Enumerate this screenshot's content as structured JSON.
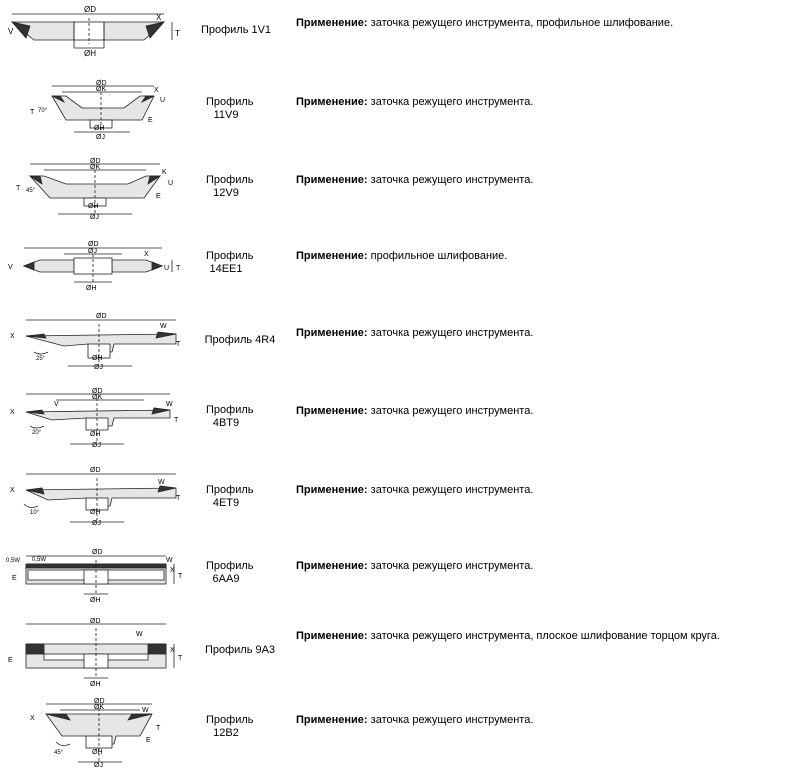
{
  "app_label": "Применение:",
  "profiles": [
    {
      "name": "Профиль 1V1",
      "application": "заточка режущего инструмента, профильное шлифование.",
      "dims": {
        "d": "ØD",
        "h": "ØH",
        "x": "X",
        "v": "V",
        "t": "T"
      }
    },
    {
      "name": "Профиль 11V9",
      "application": "заточка режущего инструмента.",
      "dims": {
        "d": "ØD",
        "k": "ØK",
        "h": "ØH",
        "j": "ØJ",
        "x": "X",
        "t": "T",
        "e": "E",
        "u": "U",
        "ang": "70°"
      }
    },
    {
      "name": "Профиль 12V9",
      "application": "заточка режущего инструмента.",
      "dims": {
        "d": "ØD",
        "k": "ØK",
        "h": "ØH",
        "j": "ØJ",
        "x": "K",
        "t": "T",
        "e": "E",
        "u": "U",
        "ang": "45°"
      }
    },
    {
      "name": "Профиль 14EE1",
      "application": "профильное шлифование.",
      "dims": {
        "d": "ØD",
        "j": "ØJ",
        "h": "ØH",
        "x": "X",
        "v": "V",
        "u": "U",
        "t": "T"
      }
    },
    {
      "name": "Профиль 4R4",
      "application": "заточка режущего инструмента.",
      "dims": {
        "d": "ØD",
        "h": "ØH",
        "j": "ØJ",
        "x": "X",
        "w": "W",
        "t": "T",
        "ang": "25°"
      }
    },
    {
      "name": "Профиль 4BT9",
      "application": "заточка режущего инструмента.",
      "dims": {
        "d": "ØD",
        "k": "ØK",
        "h": "ØH",
        "j": "ØJ",
        "x": "X",
        "w": "W",
        "t": "T",
        "v": "V",
        "ang": "20°"
      }
    },
    {
      "name": "Профиль 4ET9",
      "application": "заточка режущего инструмента.",
      "dims": {
        "d": "ØD",
        "h": "ØH",
        "j": "ØJ",
        "x": "X",
        "w": "W",
        "t": "T",
        "ang": "10°"
      }
    },
    {
      "name": "Профиль 6AA9",
      "application": "заточка режущего инструмента.",
      "dims": {
        "d": "ØD",
        "h": "ØH",
        "x": "X",
        "w": "W",
        "t": "T",
        "e": "E",
        "s1": "0,5W",
        "s2": "0,5W"
      }
    },
    {
      "name": "Профиль 9A3",
      "application": "заточка режущего инструмента, плоское шлифование торцом круга.",
      "dims": {
        "d": "ØD",
        "h": "ØH",
        "x": "X",
        "w": "W",
        "t": "T",
        "e": "E"
      }
    },
    {
      "name": "Профиль 12B2",
      "application": "заточка режущего инструмента.",
      "dims": {
        "d": "ØD",
        "k": "ØK",
        "h": "ØH",
        "j": "ØJ",
        "x": "X",
        "w": "W",
        "t": "T",
        "e": "E",
        "ang": "45°"
      }
    }
  ]
}
